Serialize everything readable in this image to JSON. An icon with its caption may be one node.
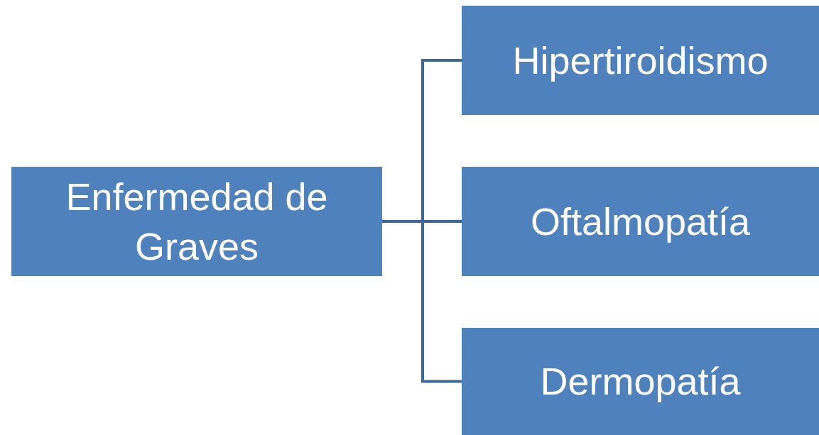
{
  "diagram": {
    "nodes": [
      {
        "text": [
          "Enfermedad de Graves"
        ]
      },
      {
        "text": [
          "Hipertiroidismo"
        ]
      },
      {
        "text": [
          "Oftalmopatía"
        ]
      },
      {
        "text": [
          "Dermopatía"
        ]
      }
    ],
    "edges": [
      {
        "from": 0,
        "to": 1,
        "arrow": "none"
      },
      {
        "from": 0,
        "to": 2,
        "arrow": "none"
      },
      {
        "from": 0,
        "to": 3,
        "arrow": "none"
      }
    ]
  }
}
